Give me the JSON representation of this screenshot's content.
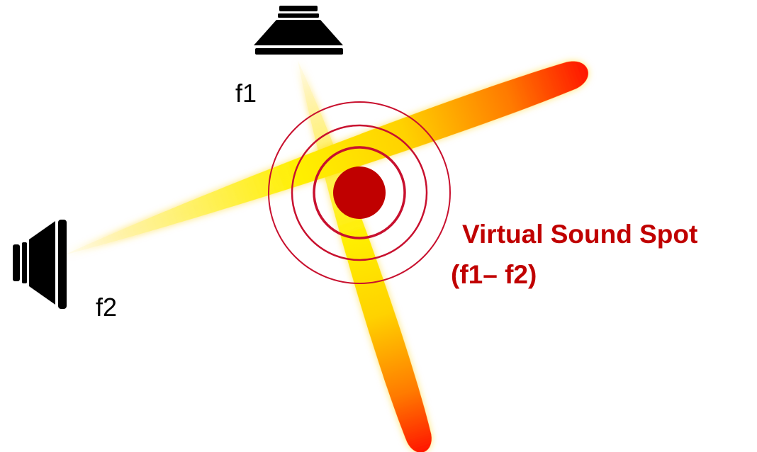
{
  "speakers": {
    "f1": {
      "label": "f1",
      "icon": "speaker-icon"
    },
    "f2": {
      "label": "f2",
      "icon": "speaker-icon"
    }
  },
  "spot": {
    "title": "Virtual Sound Spot",
    "subtitle": "(f1– f2)"
  },
  "colors": {
    "accent": "#c00000",
    "beam_start": "#fff4b0",
    "beam_mid": "#ffee00",
    "beam_end": "#ff1a00",
    "speaker": "#000000"
  }
}
